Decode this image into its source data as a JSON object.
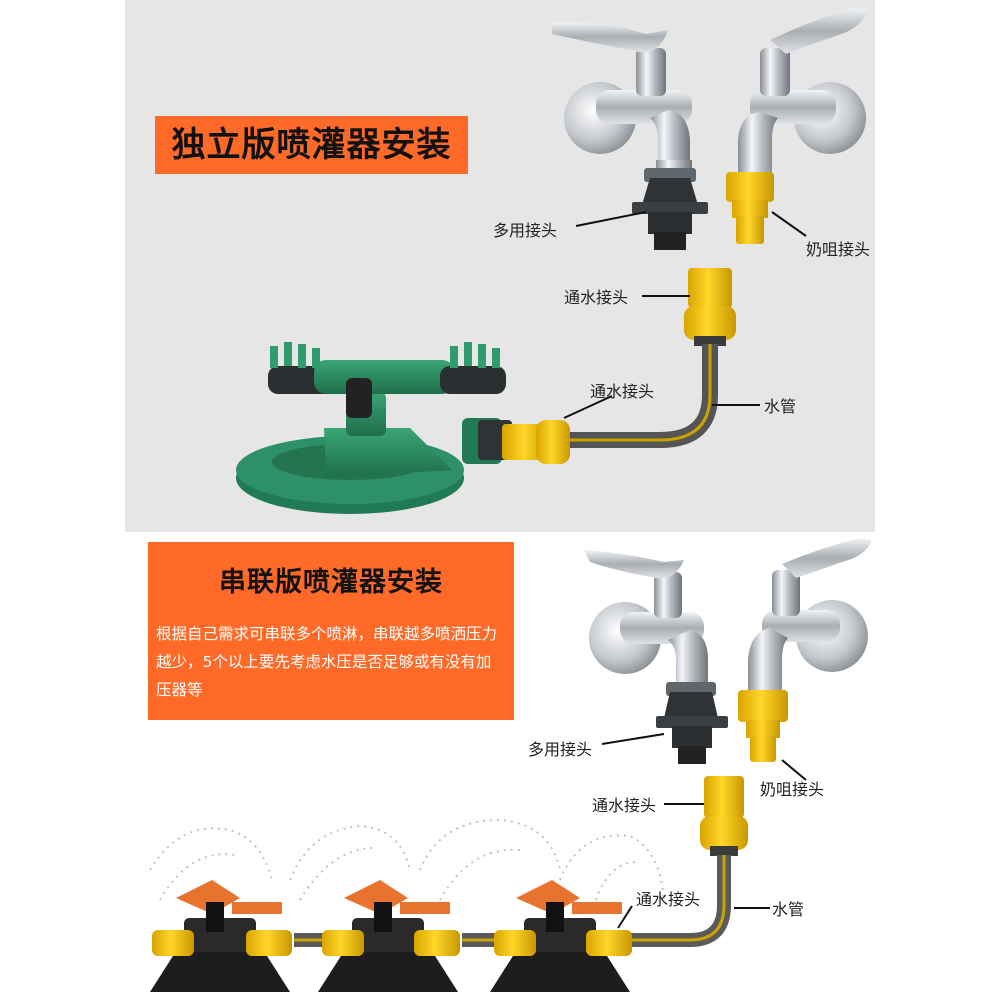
{
  "top_section": {
    "title": "独立版喷灌器安装",
    "labels": {
      "multi_connector": "多用接头",
      "nipple_connector": "奶咀接头",
      "water_connector_1": "通水接头",
      "water_connector_2": "通水接头",
      "water_pipe": "水管"
    }
  },
  "bottom_section": {
    "title": "串联版喷灌器安装",
    "description": "根据自己需求可串联多个喷淋，串联越多喷洒压力越少，5个以上要先考虑水压是否足够或有没有加压器等",
    "labels": {
      "multi_connector": "多用接头",
      "nipple_connector": "奶咀接头",
      "water_connector_1": "通水接头",
      "water_connector_2": "通水接头",
      "water_pipe": "水管"
    }
  },
  "colors": {
    "accent_orange": "#ff6a28",
    "panel_gray": "#e6e6e6",
    "connector_yellow": "#f5c400",
    "sprinkler_green": "#2a8a5c",
    "hose_gray": "#6e6e6e"
  }
}
